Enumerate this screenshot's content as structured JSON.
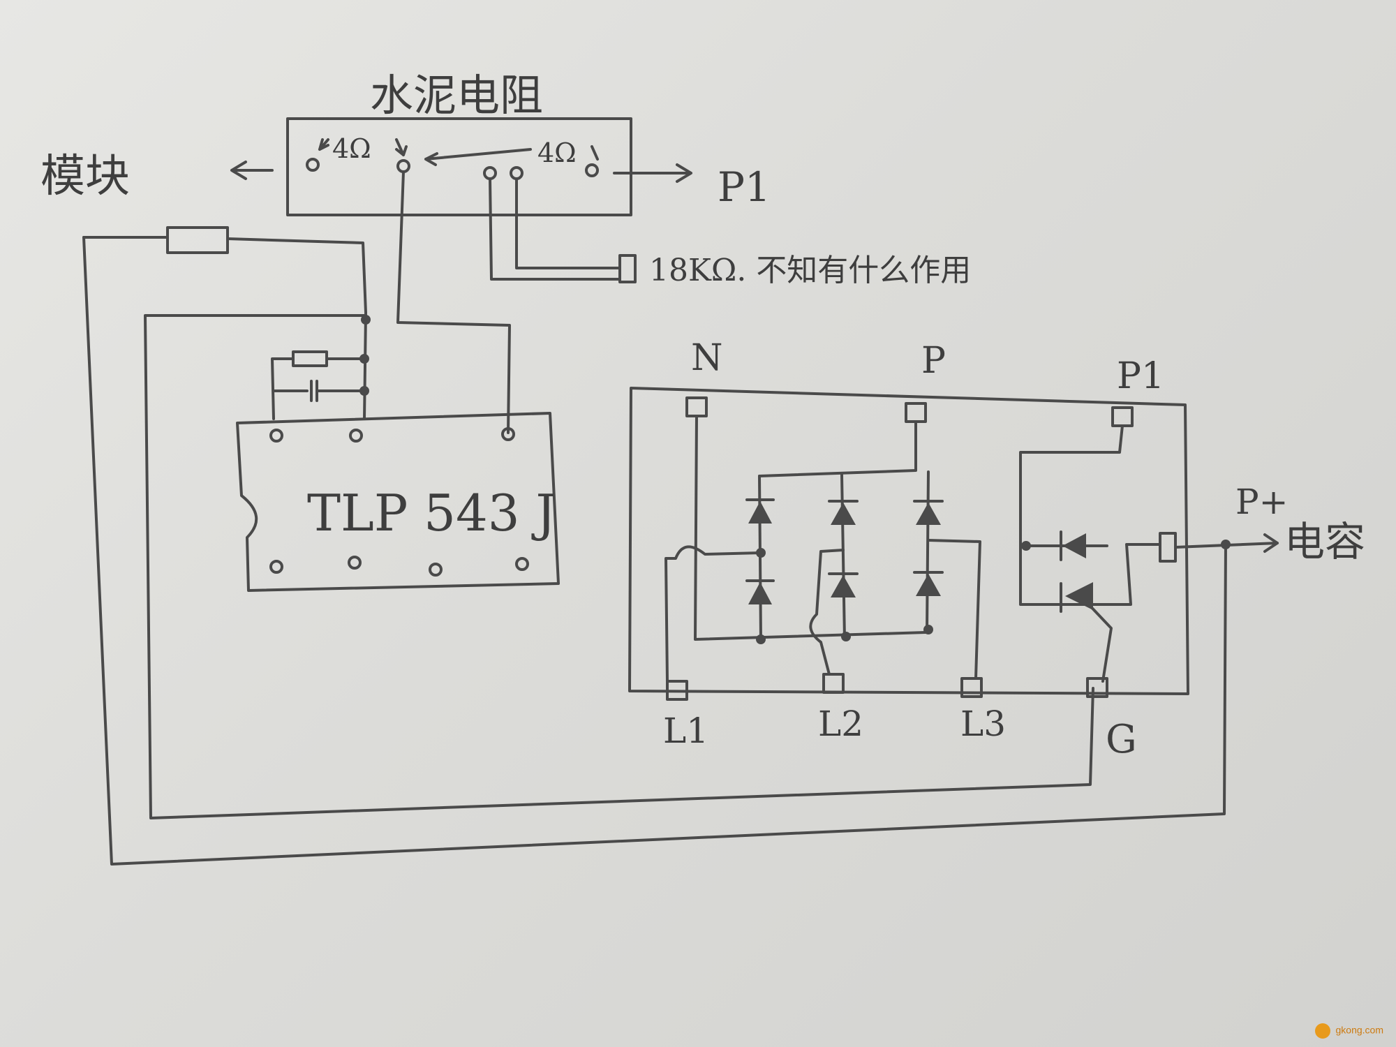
{
  "labels": {
    "cement_resistor": "水泥电阻",
    "module": "模块",
    "r1_value": "4Ω",
    "r2_value": "4Ω",
    "p1_out": "P1",
    "r18k_note": "18KΩ. 不知有什么作用",
    "ic_name": "TLP 543 J",
    "n": "N",
    "p": "P",
    "p1": "P1",
    "l1": "L1",
    "l2": "L2",
    "l3": "L3",
    "g": "G",
    "p_plus": "P+",
    "capacitor": "电容"
  },
  "watermark": {
    "text": "gkong.com"
  },
  "colors": {
    "ink": "#4a4a4a",
    "paper": "#e2e2df",
    "watermark": "#e89a1c"
  }
}
